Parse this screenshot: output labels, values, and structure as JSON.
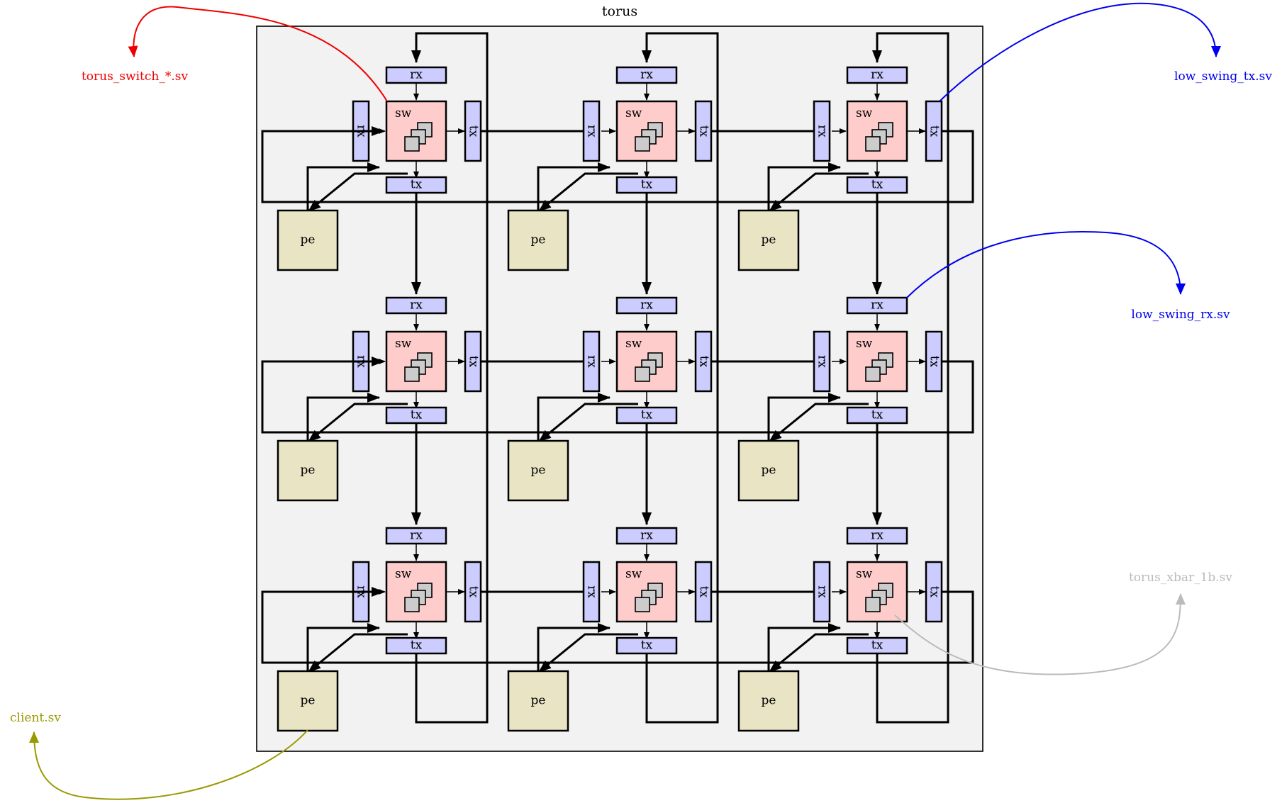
{
  "title": "torus",
  "labels": {
    "rx": "rx",
    "tx": "tx",
    "sw": "sw",
    "pe": "pe"
  },
  "colors": {
    "frame_fill": "#f2f2f2",
    "port_fill": "#ccccff",
    "switch_fill": "#ffcccc",
    "pe_fill": "#e8e4c4",
    "xbar_fill": "#cccccc",
    "red": "#ee0000",
    "blue": "#0000ee",
    "olive": "#999900",
    "gray": "#bbbbbb"
  },
  "callouts": {
    "switch": "torus_switch_*.sv",
    "tx": "low_swing_tx.sv",
    "rx": "low_swing_rx.sv",
    "xbar": "torus_xbar_1b.sv",
    "client": "client.sv"
  }
}
